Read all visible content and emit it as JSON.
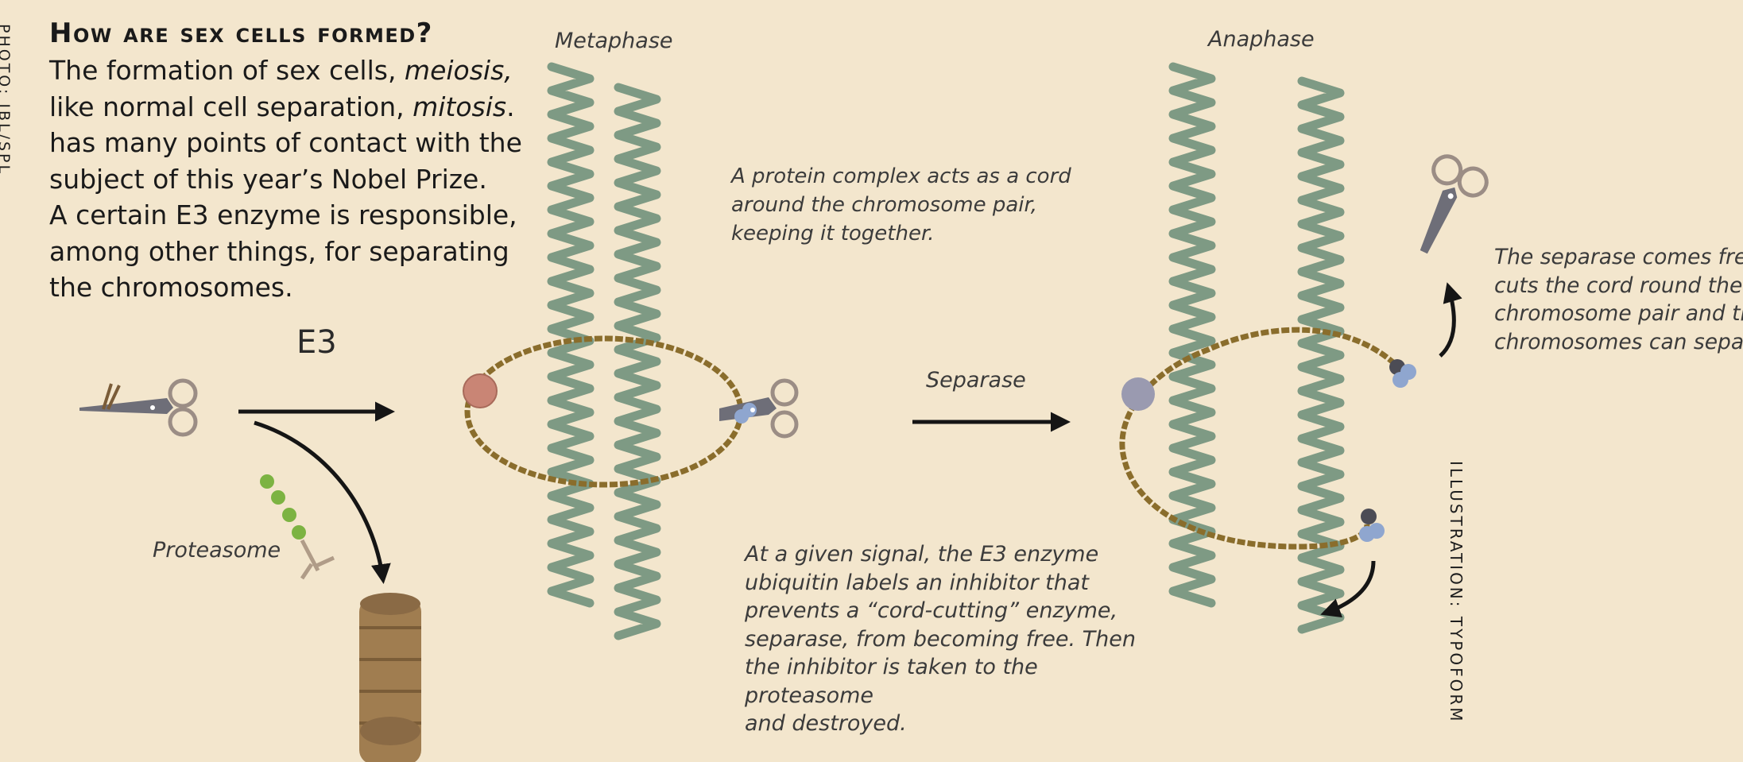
{
  "title": "How are sex cells formed?",
  "intro": {
    "line1_a": "The formation of sex cells, ",
    "line1_em": "meiosis,",
    "line2_a": "like normal cell separation, ",
    "line2_em": "mitosis",
    "line2_b": ".",
    "line3": "has many points of contact with the",
    "line4": "subject of  this year’s Nobel Prize.",
    "line5": "A certain E3 enzyme is responsible,",
    "line6": "among other things, for separating",
    "line7": "the chromosomes."
  },
  "stages": {
    "metaphase": "Metaphase",
    "anaphase": "Anaphase"
  },
  "labels": {
    "e3": "E3",
    "separase": "Separase",
    "proteasome": "Proteasome"
  },
  "notes": {
    "cord": [
      "A protein complex acts as a cord",
      "around the chromosome pair,",
      "keeping it together."
    ],
    "signal": [
      "At a given signal, the E3 enzyme",
      "ubiquitin labels an inhibitor that",
      "prevents a “cord-cutting” enzyme,",
      "separase, from becoming free. Then",
      "the inhibitor is taken to the proteasome",
      "and destroyed."
    ],
    "separase": [
      "The separase comes free,",
      "cuts the cord round the",
      "chromosome pair and the",
      "chromosomes can separat"
    ]
  },
  "credits": {
    "photo": "PHOTO: IBL/SPL",
    "illustration": "ILLUSTRATION: TYPOFORM"
  },
  "colors": {
    "background": "#f3e6cd",
    "chromosome": "#7e9a84",
    "cord": "#8a6d2c",
    "scissors": "#6e6e78",
    "ubiquitin": "#7cb342",
    "inhibitor_blue": "#8fa6cf",
    "anchor_red": "#c98575",
    "proteasome": "#8a6a45"
  }
}
